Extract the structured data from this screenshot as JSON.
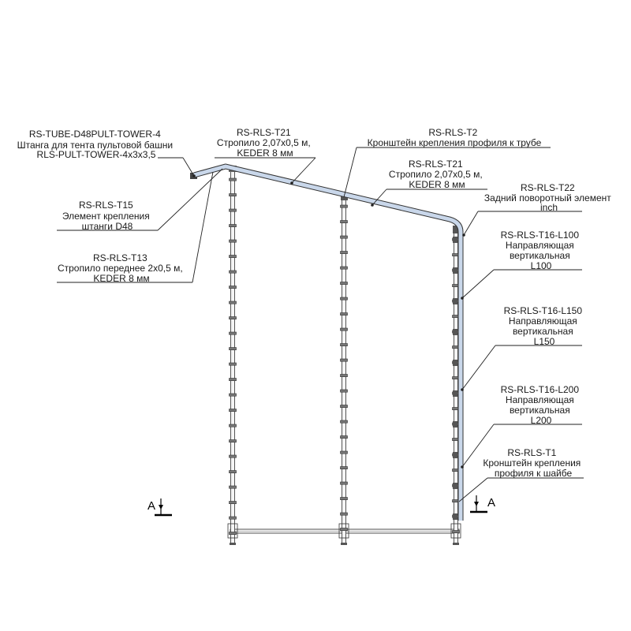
{
  "labels": {
    "tube": [
      "RS-TUBE-D48PULT-TOWER-4",
      "Штанга для тента пультовой башни",
      "RLS-PULT-TOWER-4x3x3,5"
    ],
    "t15": [
      "RS-RLS-T15",
      "Элемент крепления",
      "штанги D48"
    ],
    "t13": [
      "RS-RLS-T13",
      "Стропило переднее 2x0,5 м,",
      "KEDER 8 мм"
    ],
    "t21a": [
      "RS-RLS-T21",
      "Стропило 2,07x0,5 м,",
      "KEDER 8 мм"
    ],
    "t2": [
      "RS-RLS-T2",
      "Кронштейн крепления профиля к трубе"
    ],
    "t21b": [
      "RS-RLS-T21",
      "Стропило 2,07x0,5 м,",
      "KEDER 8 мм"
    ],
    "t22": [
      "RS-RLS-T22",
      "Задний поворотный элемент",
      "inch"
    ],
    "l100": [
      "RS-RLS-T16-L100",
      "Направляющая",
      "вертикальная",
      "L100"
    ],
    "l150": [
      "RS-RLS-T16-L150",
      "Направляющая",
      "вертикальная",
      "L150"
    ],
    "l200": [
      "RS-RLS-T16-L200",
      "Направляющая",
      "вертикальная",
      "L200"
    ],
    "t1": [
      "RS-RLS-T1",
      "Кронштейн крепления",
      "профиля к шайбе"
    ]
  },
  "section": {
    "left": "A",
    "right": "A"
  }
}
